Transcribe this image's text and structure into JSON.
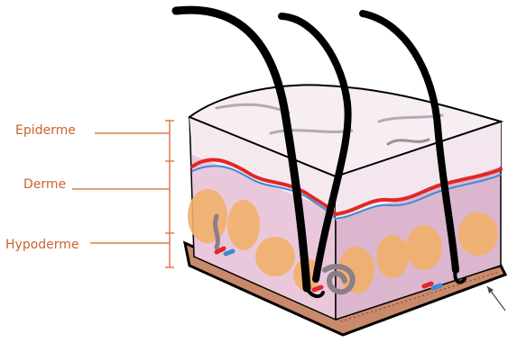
{
  "labels": {
    "epiderme": "Epiderme",
    "derme": "Derme",
    "hypoderme": "Hypoderme"
  },
  "colors": {
    "label": "#c9642f",
    "epidermis": "#f4e7ef",
    "dermis": "#e6c2d8",
    "fat": "#f2b06a",
    "artery": "#e32626",
    "vein": "#3b8bd6",
    "base": "#c98a6b",
    "hair": "#000000"
  }
}
